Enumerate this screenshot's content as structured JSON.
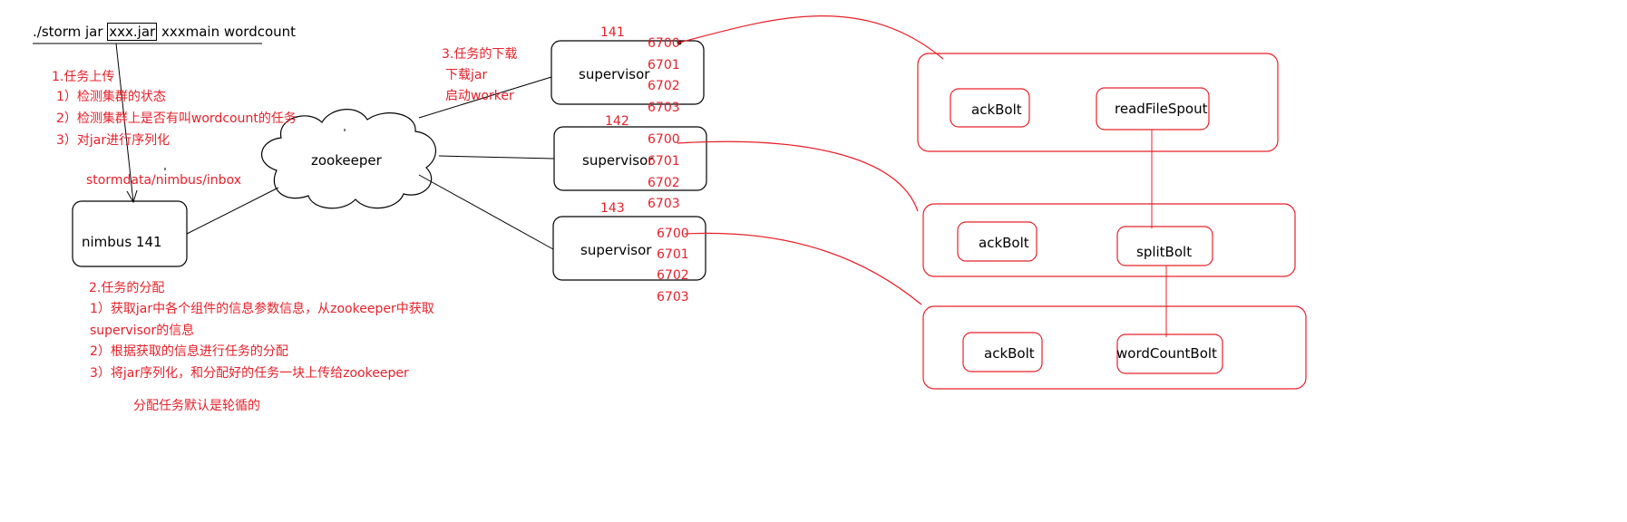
{
  "command": {
    "prefix": "./storm jar ",
    "jar": "xxx.jar",
    "suffix": " xxxmain wordcount"
  },
  "upload": {
    "title": "1.任务上传",
    "steps": [
      "1）检测集群的状态",
      "2）检测集群上是否有叫wordcount的任务",
      "3）对jar进行序列化"
    ],
    "path": "stormdata/nimbus/inbox"
  },
  "nimbus": {
    "label": "nimbus 141"
  },
  "zookeeper": {
    "label": "zookeeper"
  },
  "download": {
    "lines": [
      "3.任务的下载",
      "下载jar",
      "启动worker"
    ]
  },
  "assign": {
    "title": "2.任务的分配",
    "lines": [
      "1）获取jar中各个组件的信息参数信息，从zookeeper中获取",
      "supervisor的信息",
      "2）根据获取的信息进行任务的分配",
      "3）将jar序列化，和分配好的任务一块上传给zookeeper"
    ],
    "note": "分配任务默认是轮循的"
  },
  "supervisors": [
    {
      "host": "141",
      "label": "supervisor",
      "ports": [
        "6700",
        "6701",
        "6702",
        "6703"
      ]
    },
    {
      "host": "142",
      "label": "supervisor",
      "ports": [
        "6700",
        "6701",
        "6702",
        "6703"
      ]
    },
    {
      "host": "143",
      "label": "supervisor",
      "ports": [
        "6700",
        "6701",
        "6702",
        "6703"
      ]
    }
  ],
  "workers": [
    {
      "bolts": [
        "ackBolt",
        "readFileSpout"
      ]
    },
    {
      "bolts": [
        "ackBolt",
        "splitBolt"
      ]
    },
    {
      "bolts": [
        "ackBolt",
        "wordCountBolt"
      ]
    }
  ],
  "colors": {
    "red": "#e8202a",
    "black": "#000000"
  }
}
